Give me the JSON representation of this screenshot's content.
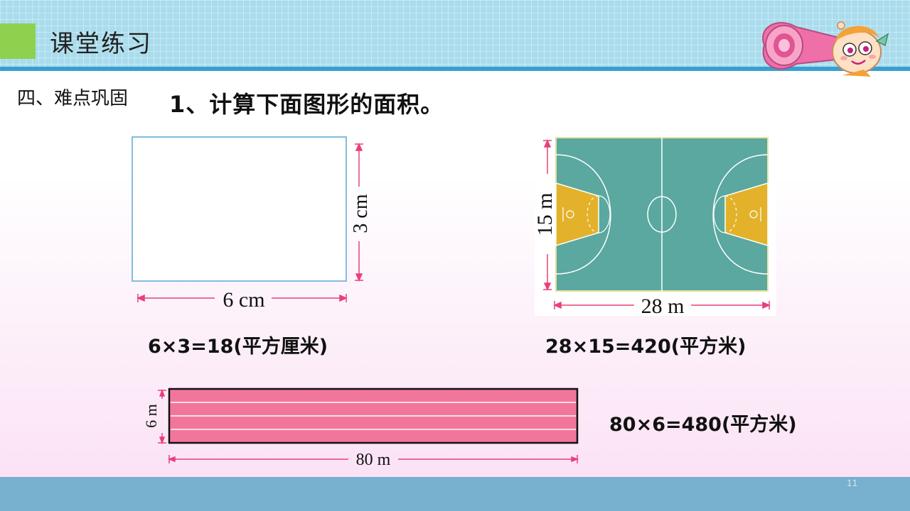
{
  "header": {
    "title": "课堂练习",
    "accent_color": "#8ed14f",
    "band_color": "#a9dcec"
  },
  "section_label": "四、难点巩固",
  "question": "1、计算下面图形的面积。",
  "figures": {
    "rectangle": {
      "width_label": "6 cm",
      "height_label": "3 cm",
      "answer": "6×3=18(平方厘米)"
    },
    "court": {
      "width_label": "28 m",
      "height_label": "15 m",
      "answer": "28×15=420(平方米)",
      "court_color": "#5aa8a0",
      "key_color": "#e3b22a"
    },
    "track": {
      "width_label": "80 m",
      "height_label": "6 m",
      "answer": "80×6=480(平方米)",
      "track_color": "#f2769c"
    }
  },
  "icons": [
    "mascot-megaphone-icon"
  ],
  "page_number": "11"
}
